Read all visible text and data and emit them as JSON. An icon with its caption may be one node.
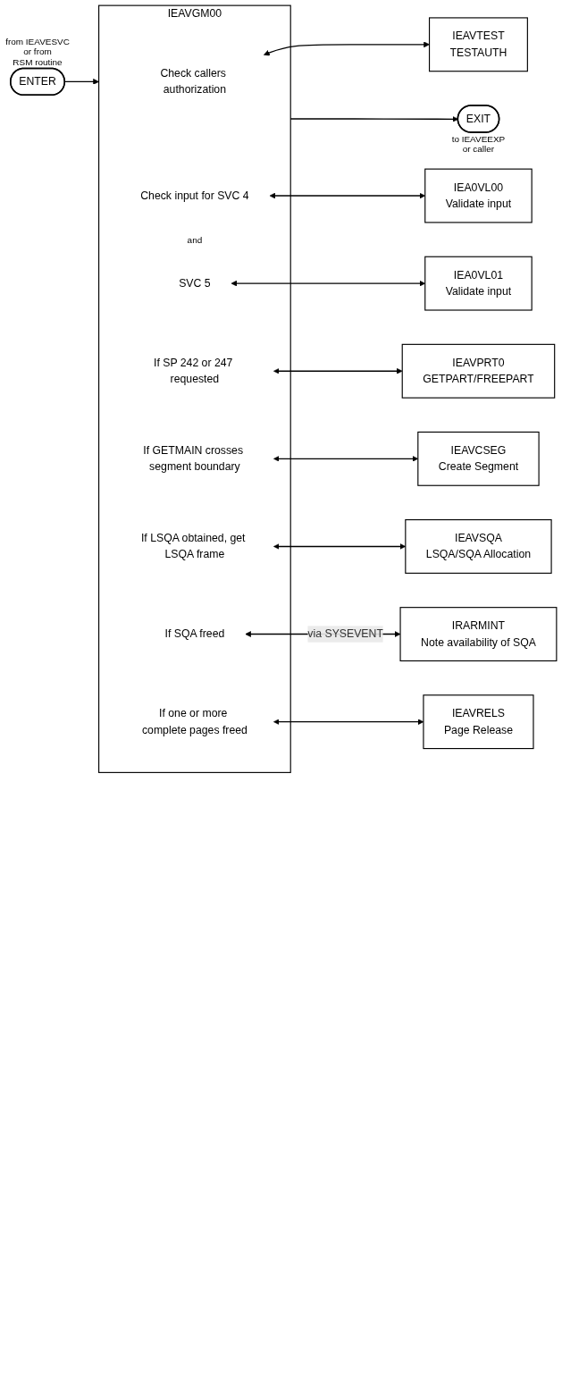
{
  "diagram": {
    "nodes": [
      {
        "text": [
          "ENTER"
        ],
        "beside": [
          "from IEAVESVC or from RSM routine"
        ]
      },
      {
        "text": [
          "IEAVGM00"
        ]
      },
      {
        "text": [
          "Check callers authorization"
        ],
        "in": 1
      },
      {
        "text": [
          "IEAVTEST",
          "TESTAUTH"
        ]
      },
      {
        "text": [
          "Check input for SVC 4"
        ],
        "in": 1
      },
      {
        "text": [
          "IEA0VL00",
          "Validate input"
        ]
      },
      {
        "text": [
          "SVC 5"
        ],
        "in": 1
      },
      {
        "text": [
          "IEA0VL01",
          "Validate input"
        ]
      },
      {
        "text": [
          "If SP 242 or 247 requested"
        ],
        "in": 1
      },
      {
        "text": [
          "IEAVPRT0",
          "GETPART/FREEPART"
        ]
      },
      {
        "text": [
          "If GETMAIN crosses segment boundary"
        ],
        "in": 1
      },
      {
        "text": [
          "IEAVCSEG",
          "Create Segment"
        ]
      },
      {
        "text": [
          "If LSQA obtained, get LSQA frame"
        ],
        "in": 1
      },
      {
        "text": [
          "IEAVSQA",
          "LSQA/SQA Allocation"
        ]
      },
      {
        "text": [
          "If SQA freed"
        ],
        "in": 1
      },
      {
        "text": [
          "IRARMINT",
          "Note availability of SQA"
        ]
      },
      {
        "text": [
          "If one or more complete pages freed"
        ],
        "in": 1
      },
      {
        "text": [
          "IEAVRELS",
          "Page Release"
        ]
      },
      {
        "text": [
          "EXIT"
        ],
        "beside": [
          "to IEAVEEXP or caller"
        ]
      }
    ],
    "edges": [
      {
        "from": 0,
        "to": 1,
        "arrow": "to"
      },
      {
        "from": 2,
        "to": 3,
        "arrow": "both"
      },
      {
        "from": 4,
        "to": 5,
        "arrow": "both"
      },
      {
        "from": 6,
        "to": 7,
        "arrow": "both"
      },
      {
        "from": 8,
        "to": 9,
        "arrow": "both"
      },
      {
        "from": 10,
        "to": 11,
        "arrow": "both"
      },
      {
        "from": 12,
        "to": 13,
        "arrow": "both"
      },
      {
        "from": 14,
        "to": 15,
        "arrow": "both",
        "label": "via SYSEVENT"
      },
      {
        "from": 16,
        "to": 17,
        "arrow": "both"
      },
      {
        "from": 1,
        "to": 18,
        "arrow": "to"
      }
    ],
    "labels": [
      "and"
    ]
  }
}
